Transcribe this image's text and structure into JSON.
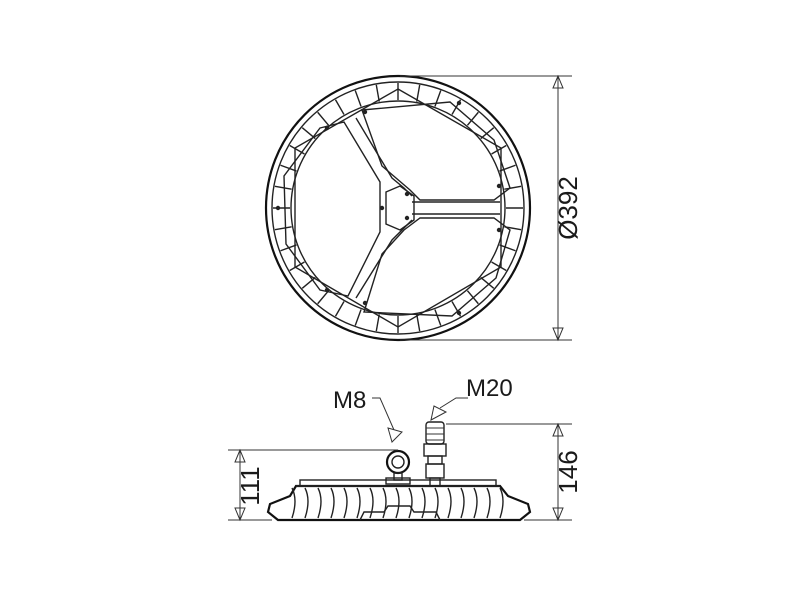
{
  "diagram": {
    "dimensions": {
      "diameter": "Ø392",
      "side_height_small": "111",
      "side_height_large": "146"
    },
    "callouts": {
      "eye_bolt": "M8",
      "cable_gland": "M20"
    },
    "colors": {
      "stroke": "#222222",
      "background": "#ffffff"
    }
  }
}
